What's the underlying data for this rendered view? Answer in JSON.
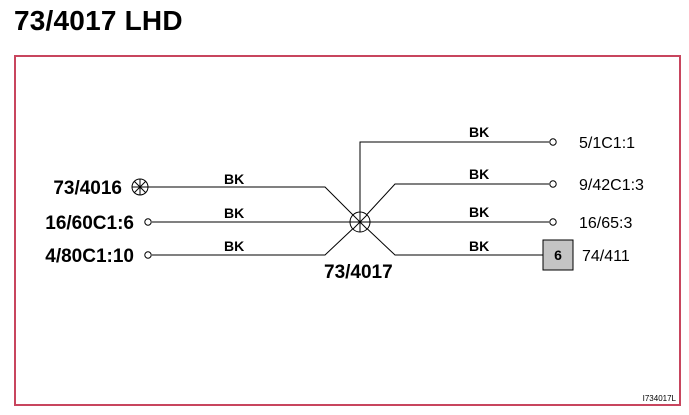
{
  "title": "73/4017 LHD",
  "splice": {
    "label": "73/4017"
  },
  "left_wires": [
    {
      "endpoint": "73/4016",
      "color": "BK"
    },
    {
      "endpoint": "16/60C1:6",
      "color": "BK"
    },
    {
      "endpoint": "4/80C1:10",
      "color": "BK"
    }
  ],
  "right_wires": [
    {
      "endpoint": "5/1C1:1",
      "color": "BK"
    },
    {
      "endpoint": "9/42C1:3",
      "color": "BK"
    },
    {
      "endpoint": "16/65:3",
      "color": "BK"
    },
    {
      "endpoint": "74/411",
      "color": "BK",
      "connector_number": "6"
    }
  ],
  "figure_id": "I734017L",
  "colors": {
    "frame_border": "#c8455e",
    "connector_fill": "#c4c4c4",
    "line": "#000000"
  }
}
